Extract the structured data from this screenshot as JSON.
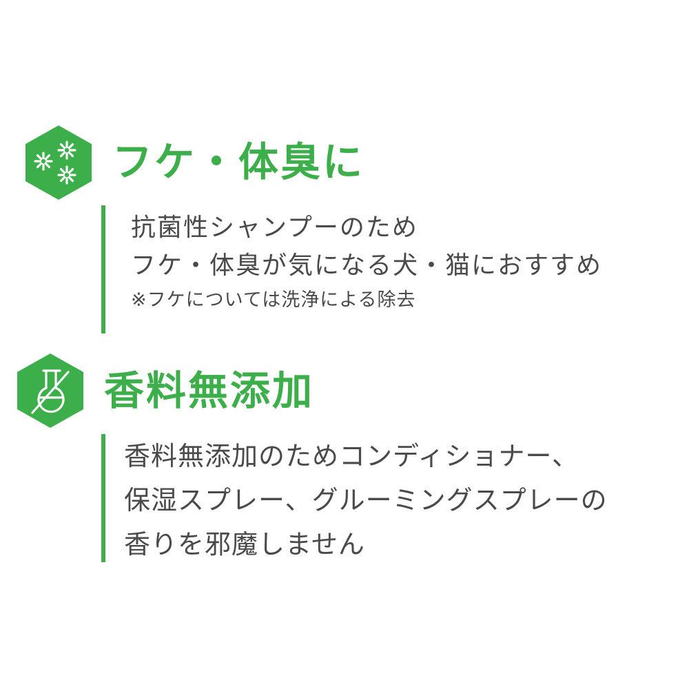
{
  "colors": {
    "accent_green": "#3daf4a",
    "body_text": "#4a4a4a",
    "background": "#ffffff"
  },
  "sections": [
    {
      "icon": "sparkle-cluster-icon",
      "heading": "フケ・体臭に",
      "lines": [
        "抗菌性シャンプーのため",
        "フケ・体臭が気になる犬・猫におすすめ"
      ],
      "note": "※フケについては洗浄による除去"
    },
    {
      "icon": "no-fragrance-flask-icon",
      "heading": "香料無添加",
      "lines": [
        "香料無添加のためコンディショナー、",
        "保湿スプレー、グルーミングスプレーの",
        "香りを邪魔しません"
      ]
    }
  ]
}
